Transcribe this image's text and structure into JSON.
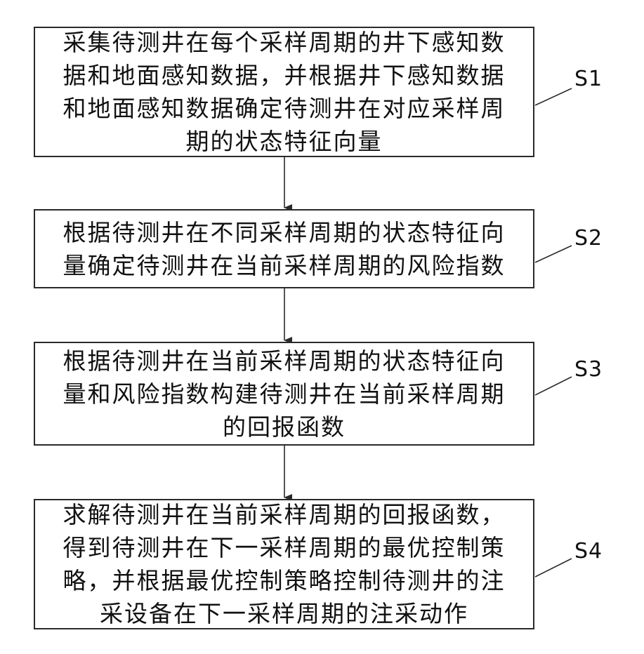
{
  "steps": [
    {
      "id": "S1",
      "lines": [
        "采集待测井在每个采样周期的井下感知数",
        "据和地面感知数据，并根据井下感知数据",
        "和地面感知数据确定待测井在对应采样周",
        "期的状态特征向量"
      ]
    },
    {
      "id": "S2",
      "lines": [
        "根据待测井在不同采样周期的状态特征向",
        "量确定待测井在当前采样周期的风险指数"
      ]
    },
    {
      "id": "S3",
      "lines": [
        "根据待测井在当前采样周期的状态特征向",
        "量和风险指数构建待测井在当前采样周期",
        "的回报函数"
      ]
    },
    {
      "id": "S4",
      "lines": [
        "求解待测井在当前采样周期的回报函数，",
        "得到待测井在下一采样周期的最优控制策",
        "略，并根据最优控制策略控制待测井的注",
        "采设备在下一采样周期的注采动作"
      ]
    }
  ],
  "colors": {
    "line": "#2a2a2a",
    "text": "#111111",
    "background": "#ffffff"
  }
}
